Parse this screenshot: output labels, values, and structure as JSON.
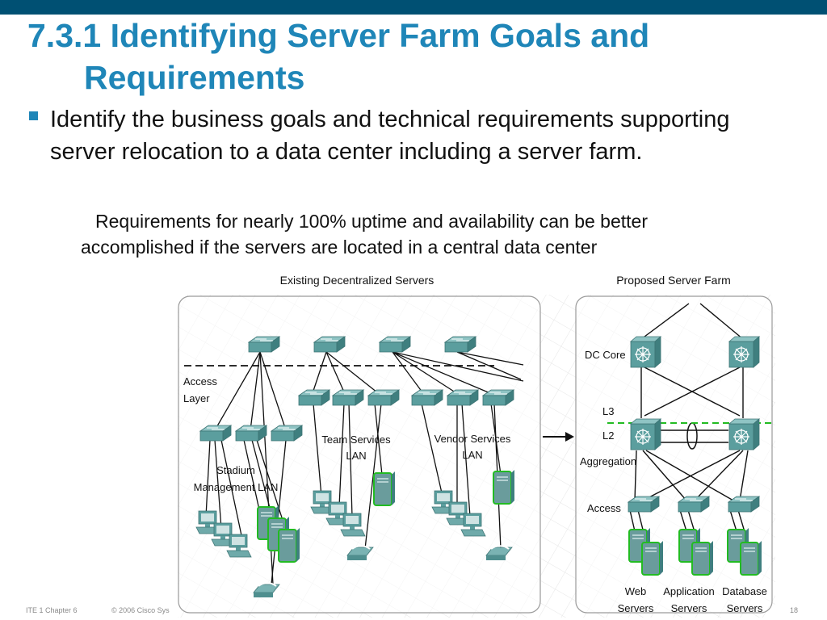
{
  "slide": {
    "title_line1": "7.3.1 Identifying Server Farm Goals and",
    "title_line2": "Requirements",
    "bullet": "Identify the business goals and technical requirements supporting server relocation to a data center including a server farm.",
    "subtext": "Requirements for nearly 100% uptime and availability can be better accomplished if the servers are located in a central data center",
    "footer_chapter": "ITE 1 Chapter 6",
    "footer_copyright": "© 2006 Cisco Sys",
    "page_number": "18"
  },
  "diagram": {
    "left_title": "Existing Decentralized Servers",
    "right_title": "Proposed Server Farm",
    "access_layer_1": "Access",
    "access_layer_2": "Layer",
    "team_lan_1": "Team Services",
    "team_lan_2": "LAN",
    "vendor_lan_1": "Vendor Services",
    "vendor_lan_2": "LAN",
    "stadium_lan_1": "Stadium",
    "stadium_lan_2": "Management LAN",
    "dc_core": "DC Core",
    "l3": "L3",
    "l2": "L2",
    "aggregation": "Aggregation",
    "access": "Access",
    "web_1": "Web",
    "web_2": "Servers",
    "app_1": "Application",
    "app_2": "Servers",
    "db_1": "Database",
    "db_2": "Servers"
  },
  "colors": {
    "title": "#1f86b8",
    "top_bar": "#005073",
    "device_teal": "#5b9e9e",
    "server_green_border": "#22bb22",
    "l3_l2_dashed_line": "#22bb22"
  }
}
